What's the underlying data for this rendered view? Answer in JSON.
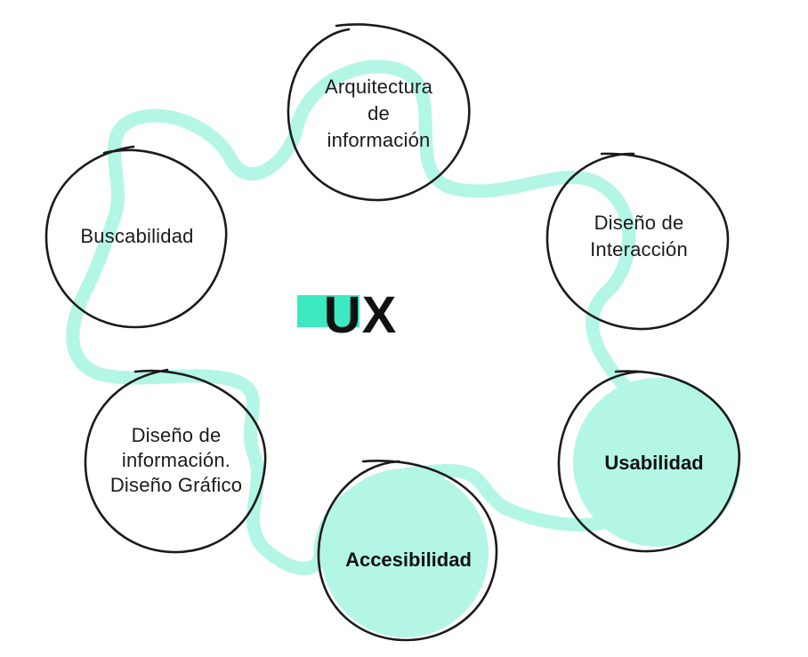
{
  "colors": {
    "accent": "#b3f6e6",
    "accent_bar": "#3ce9c0",
    "stroke": "#1b1b1b"
  },
  "center": {
    "title": "UX"
  },
  "nodes": {
    "arquitectura": {
      "lines": [
        "Arquitectura",
        "de",
        "información"
      ],
      "highlighted": false
    },
    "interaccion": {
      "lines": [
        "Diseño de",
        "Interacción"
      ],
      "highlighted": false
    },
    "usabilidad": {
      "lines": [
        "Usabilidad"
      ],
      "highlighted": true
    },
    "accesibilidad": {
      "lines": [
        "Accesibilidad"
      ],
      "highlighted": true
    },
    "diseno_info": {
      "lines": [
        "Diseño de",
        "información.",
        "Diseño Gráfico"
      ],
      "highlighted": false
    },
    "buscabilidad": {
      "lines": [
        "Buscabilidad"
      ],
      "highlighted": false
    }
  }
}
